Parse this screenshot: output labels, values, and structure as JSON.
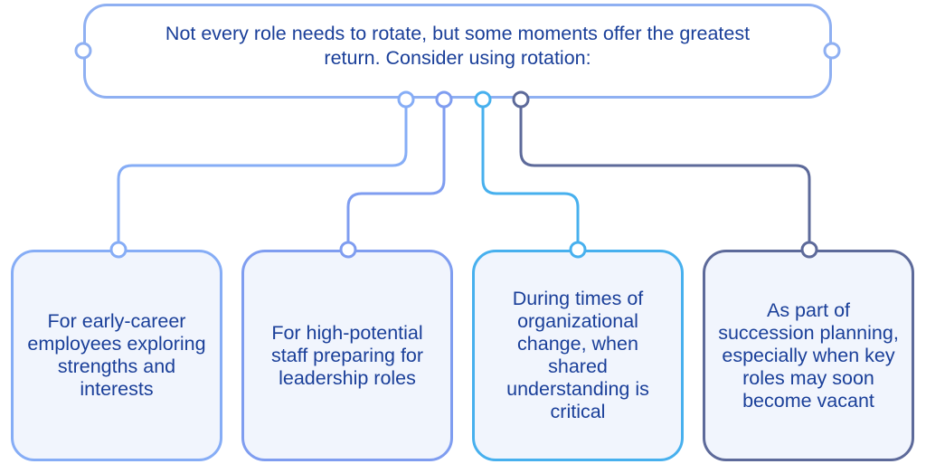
{
  "header": {
    "text": "Not every role needs to rotate, but some moments offer the greatest return. Consider using rotation:"
  },
  "cards": [
    {
      "text": "For early-career employees exploring strengths and interests"
    },
    {
      "text": "For high-potential staff preparing for leadership roles"
    },
    {
      "text": "During times of organizational change, when shared understanding is critical"
    },
    {
      "text": "As part of succession planning, especially when key roles may soon become vacant"
    }
  ],
  "colors": {
    "text": "#1a3f99",
    "header_border": "#8fb0f2",
    "card_fill": "#f1f5fd",
    "connector_1": "#86adf6",
    "connector_2": "#7f9df0",
    "connector_3": "#47b0ee",
    "connector_4": "#5d6a9a"
  }
}
